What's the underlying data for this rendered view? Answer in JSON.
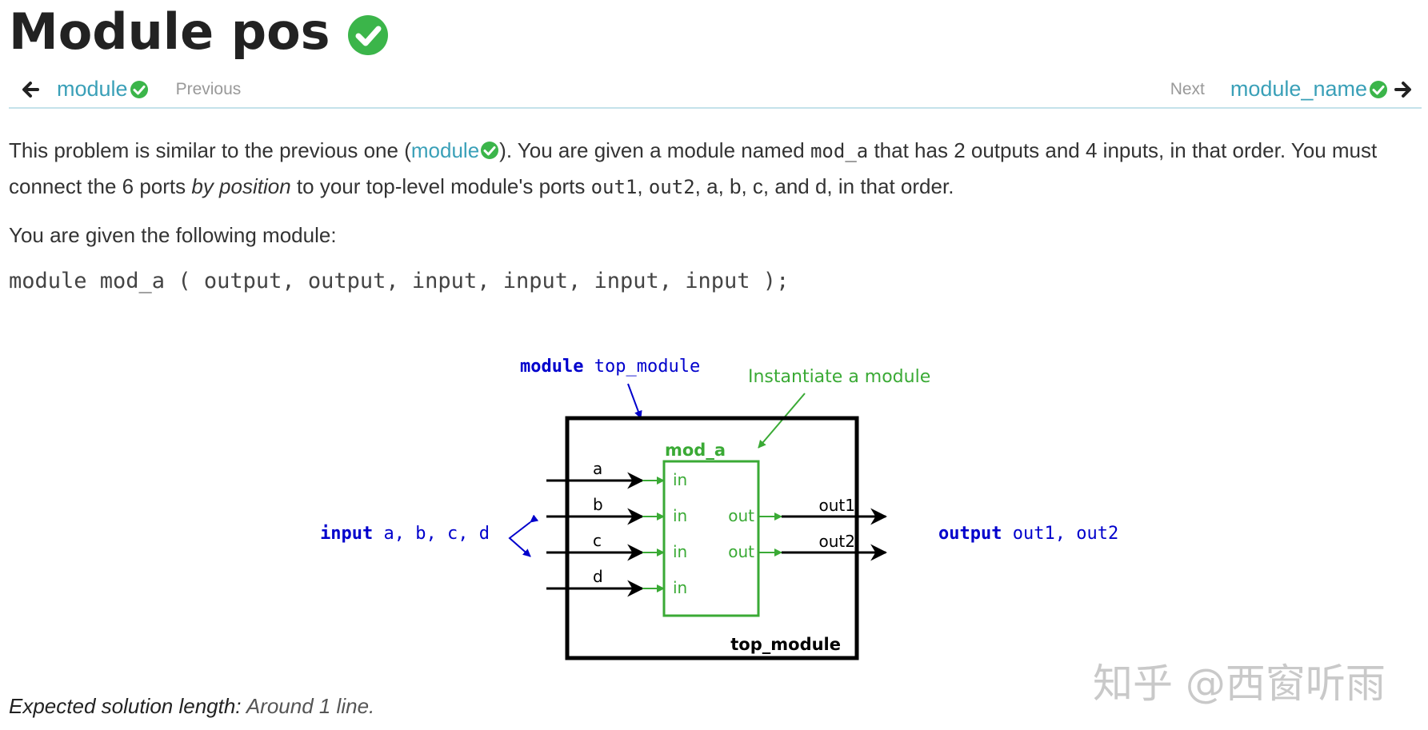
{
  "title": "Module pos",
  "nav": {
    "prev_link": "module",
    "prev_label": "Previous",
    "next_label": "Next",
    "next_link": "module_name"
  },
  "intro": {
    "t1": "This problem is similar to the previous one (",
    "link": "module",
    "t2": "). You are given a module named ",
    "code_mod": "mod_a",
    "t3": " that has 2 outputs and 4 inputs, in that order. You must",
    "t4": "connect the 6 ports ",
    "emph": "by position",
    "t5": " to your top-level module's ports ",
    "code_out1": "out1",
    "sep1": ", ",
    "code_out2": "out2",
    "t6": ", a, b, c, and d, in that order."
  },
  "given_text": "You are given the following module:",
  "code_line": "module mod_a ( output, output, input, input, input, input );",
  "diagram": {
    "top_kw": "module",
    "top_name": "top_module",
    "inst_label": "Instantiate a module",
    "mod_name": "mod_a",
    "inputs": [
      "a",
      "b",
      "c",
      "d"
    ],
    "in_port": "in",
    "out_port": "out",
    "outputs": [
      "out1",
      "out2"
    ],
    "box_label": "top_module",
    "input_kw": "input",
    "input_list": "a, b, c, d",
    "output_kw": "output",
    "output_list": "out1, out2"
  },
  "colors": {
    "link": "#3aa0b8",
    "check": "#3bb54a",
    "green": "#3aaa35",
    "blue": "#0000cc"
  },
  "footer": {
    "label": "Expected solution length:",
    "value": "Around 1 line."
  },
  "watermark": "知乎 @西窗听雨"
}
